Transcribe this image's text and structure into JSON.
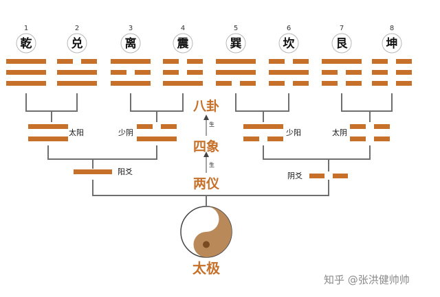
{
  "trigrams": [
    {
      "num": "1",
      "name": "乾",
      "lines": [
        1,
        1,
        1
      ]
    },
    {
      "num": "2",
      "name": "兑",
      "lines": [
        0,
        1,
        1
      ]
    },
    {
      "num": "3",
      "name": "离",
      "lines": [
        1,
        0,
        1
      ]
    },
    {
      "num": "4",
      "name": "震",
      "lines": [
        0,
        0,
        1
      ]
    },
    {
      "num": "5",
      "name": "巽",
      "lines": [
        1,
        1,
        0
      ]
    },
    {
      "num": "6",
      "name": "坎",
      "lines": [
        0,
        1,
        0
      ]
    },
    {
      "num": "7",
      "name": "艮",
      "lines": [
        1,
        0,
        0
      ]
    },
    {
      "num": "8",
      "name": "坤",
      "lines": [
        0,
        0,
        0
      ]
    }
  ],
  "four_images": [
    {
      "name": "太阳",
      "lines": [
        1,
        1
      ]
    },
    {
      "name": "少阴",
      "lines": [
        0,
        1
      ]
    },
    {
      "name": "少阳",
      "lines": [
        1,
        0
      ]
    },
    {
      "name": "太阴",
      "lines": [
        0,
        0
      ]
    }
  ],
  "two_modes": [
    {
      "name": "阳爻",
      "lines": [
        1
      ]
    },
    {
      "name": "阴爻",
      "lines": [
        0
      ]
    }
  ],
  "stages": {
    "eight_trigrams": "八卦",
    "four_images": "四象",
    "two_modes": "两仪",
    "taiji": "太极"
  },
  "arrow_label": "生",
  "watermark": "知乎 @张洪健帅帅",
  "colors": {
    "line": "#c6702a",
    "stage_label": "#c6702a",
    "connector": "#6e6e6e"
  }
}
